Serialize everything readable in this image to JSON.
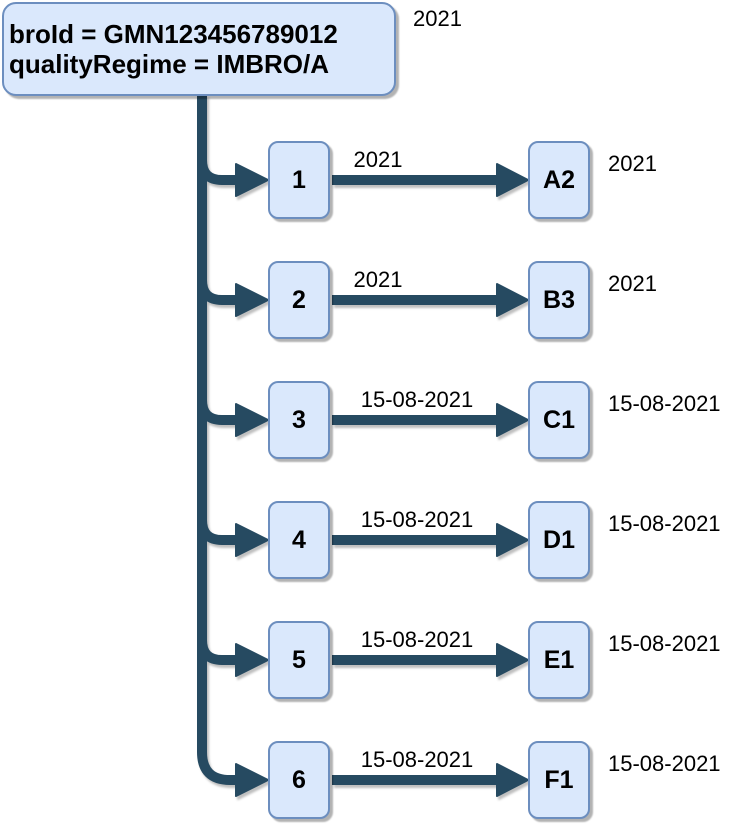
{
  "root": {
    "line1": "broId = GMN123456789012",
    "line2": "qualityRegime = IMBRO/A",
    "annotation": "2021"
  },
  "rows": [
    {
      "source": "1",
      "edge_label": "2021",
      "target": "A2",
      "annotation": "2021"
    },
    {
      "source": "2",
      "edge_label": "2021",
      "target": "B3",
      "annotation": "2021"
    },
    {
      "source": "3",
      "edge_label": "15-08-2021",
      "target": "C1",
      "annotation": "15-08-2021"
    },
    {
      "source": "4",
      "edge_label": "15-08-2021",
      "target": "D1",
      "annotation": "15-08-2021"
    },
    {
      "source": "5",
      "edge_label": "15-08-2021",
      "target": "E1",
      "annotation": "15-08-2021"
    },
    {
      "source": "6",
      "edge_label": "15-08-2021",
      "target": "F1",
      "annotation": "15-08-2021"
    }
  ],
  "colors": {
    "node_fill": "#dae8fc",
    "node_border": "#6c8ebf",
    "connector": "#264a61",
    "text": "#000000",
    "background": "#ffffff"
  }
}
